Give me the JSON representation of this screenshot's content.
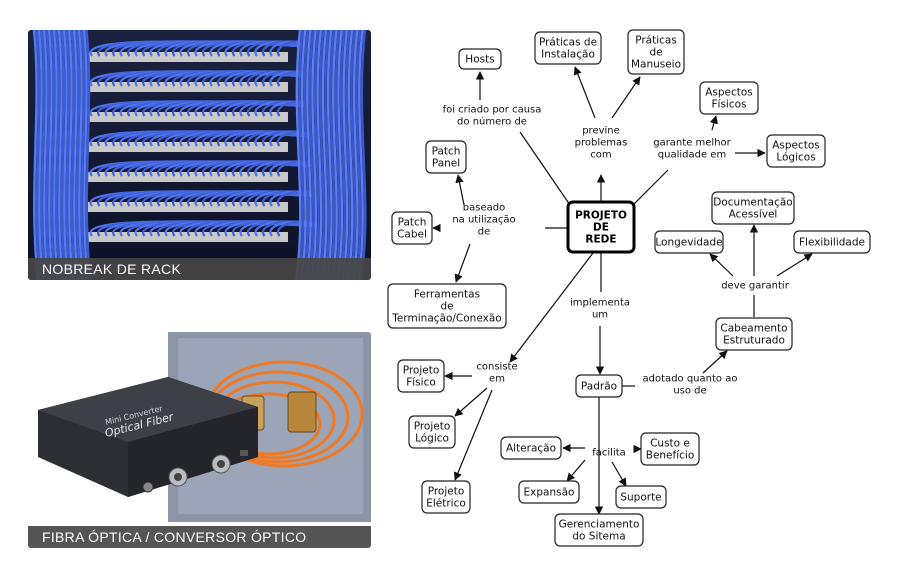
{
  "photos": {
    "rack_caption": "NOBREAK DE RACK",
    "fiber_caption": "FIBRA ÓPTICA / CONVERSOR ÓPTICO",
    "converter_text": [
      "Mini Converter",
      "Optical Fiber"
    ]
  },
  "map": {
    "central": [
      "PROJETO",
      "DE",
      "REDE"
    ],
    "nodes": {
      "hosts": [
        "Hosts"
      ],
      "praticas_instalacao": [
        "Práticas de",
        "Instalação"
      ],
      "praticas_manuseio": [
        "Práticas",
        "de",
        "Manuseio"
      ],
      "aspectos_fisicos": [
        "Aspectos",
        "Físicos"
      ],
      "aspectos_logicos": [
        "Aspectos",
        "Lógicos"
      ],
      "patch_panel": [
        "Patch",
        "Panel"
      ],
      "patch_cabel": [
        "Patch",
        "Cabel"
      ],
      "ferramentas": [
        "Ferramentas",
        "de",
        "Terminação/Conexão"
      ],
      "documentacao": [
        "Documentação",
        "Acessível"
      ],
      "longevidade": [
        "Longevidade"
      ],
      "flexibilidade": [
        "Flexibilidade"
      ],
      "cabeamento": [
        "Cabeamento",
        "Estruturado"
      ],
      "projeto_fisico": [
        "Projeto",
        "Físico"
      ],
      "projeto_logico": [
        "Projeto",
        "Lógico"
      ],
      "projeto_eletrico": [
        "Projeto",
        "Elétrico"
      ],
      "padrao": [
        "Padrão"
      ],
      "alteracao": [
        "Alteração"
      ],
      "custo": [
        "Custo e",
        "Benefício"
      ],
      "expansao": [
        "Expansão"
      ],
      "suporte": [
        "Suporte"
      ],
      "gerenciamento": [
        "Gerenciamento",
        "do Sitema"
      ]
    },
    "labels": {
      "foi_criado": [
        "foi criado por causa",
        "do número de"
      ],
      "previne": [
        "previne",
        "problemas",
        "com"
      ],
      "garante": [
        "garante melhor",
        "qualidade em"
      ],
      "baseado": [
        "baseado",
        "na utilização",
        "de"
      ],
      "deve_garantir": [
        "deve garantir"
      ],
      "implementa": [
        "implementa",
        "um"
      ],
      "consiste": [
        "consiste",
        "em"
      ],
      "adotado": [
        "adotado quanto ao",
        "uso de"
      ],
      "facilita": [
        "facilita"
      ]
    }
  }
}
